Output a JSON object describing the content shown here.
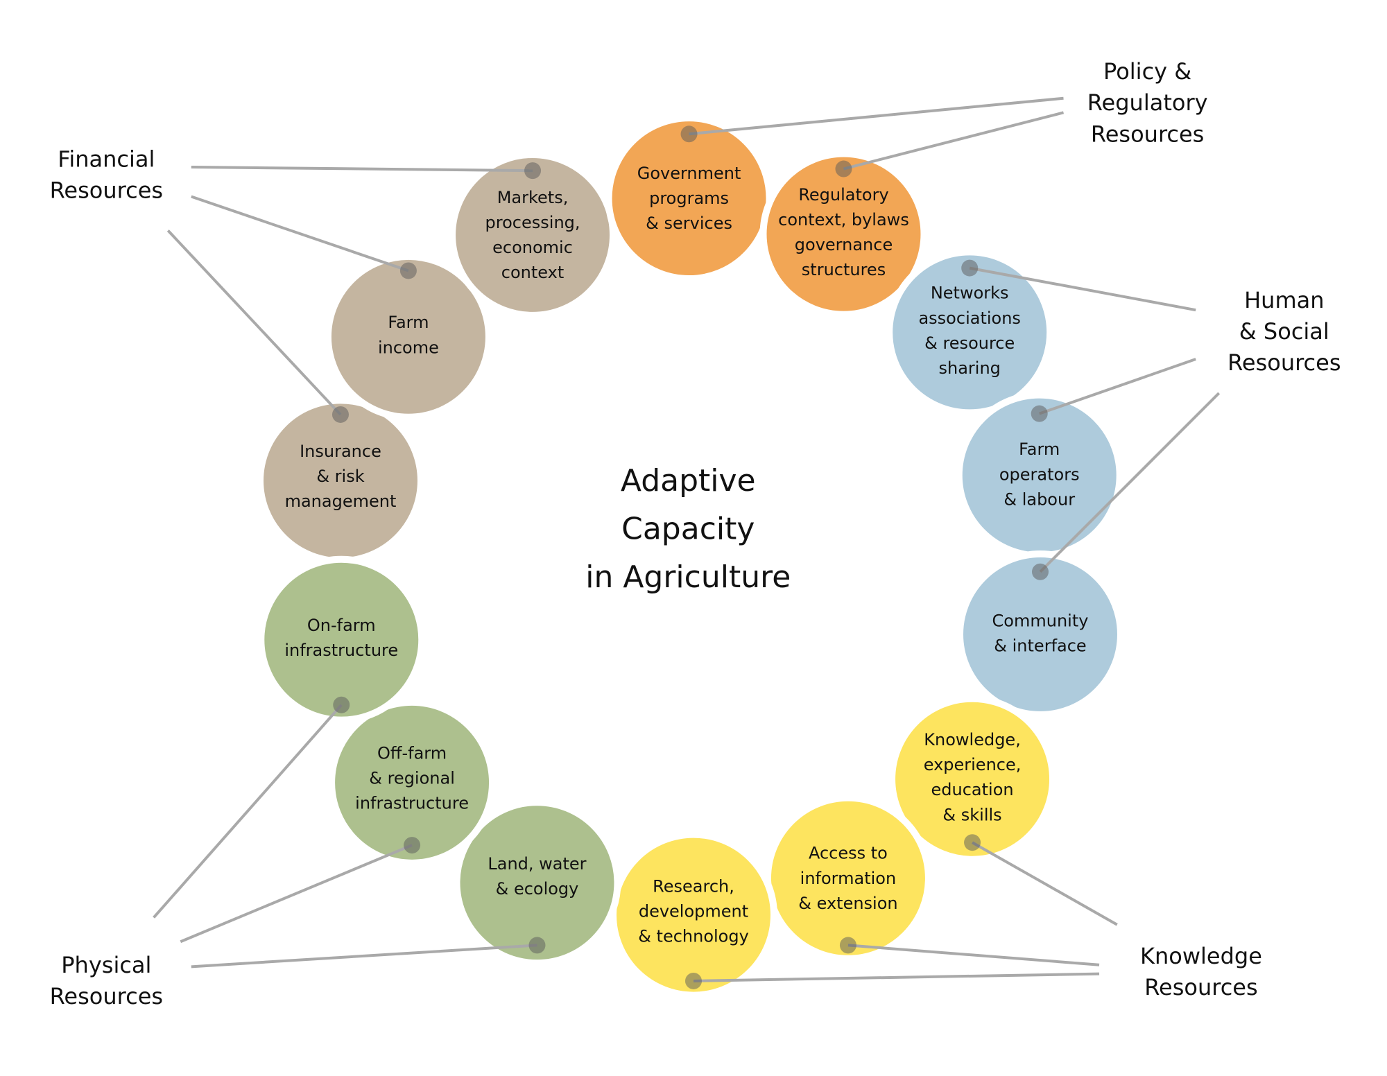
{
  "center_title": [
    "Adaptive",
    "Capacity",
    "in Agriculture"
  ],
  "colors": {
    "financial": "#c4b5a0",
    "policy": "#f2a655",
    "human_social": "#aecbdc",
    "knowledge": "#fde45f",
    "physical": "#adc08e",
    "connector": "#a9a9a9",
    "dot_overlay": "rgba(90,90,90,0.5)"
  },
  "groups": [
    {
      "id": "financial",
      "label": [
        "Financial",
        "Resources"
      ],
      "color_key": "financial"
    },
    {
      "id": "policy",
      "label": [
        "Policy &",
        "Regulatory",
        "Resources"
      ],
      "color_key": "policy"
    },
    {
      "id": "human_social",
      "label": [
        "Human",
        "& Social",
        "Resources"
      ],
      "color_key": "human_social"
    },
    {
      "id": "knowledge",
      "label": [
        "Knowledge",
        "Resources"
      ],
      "color_key": "knowledge"
    },
    {
      "id": "physical",
      "label": [
        "Physical",
        "Resources"
      ],
      "color_key": "physical"
    }
  ],
  "nodes": [
    {
      "id": "markets",
      "group": "financial",
      "label": [
        "Markets,",
        "processing,",
        "economic",
        "context"
      ]
    },
    {
      "id": "farm-income",
      "group": "financial",
      "label": [
        "Farm",
        "income"
      ]
    },
    {
      "id": "insurance",
      "group": "financial",
      "label": [
        "Insurance",
        "& risk",
        "management"
      ]
    },
    {
      "id": "government-programs",
      "group": "policy",
      "label": [
        "Government",
        "programs",
        "& services"
      ]
    },
    {
      "id": "regulatory-context",
      "group": "policy",
      "label": [
        "Regulatory",
        "context, bylaws",
        "governance",
        "structures"
      ]
    },
    {
      "id": "networks",
      "group": "human_social",
      "label": [
        "Networks",
        "associations",
        "& resource",
        "sharing"
      ]
    },
    {
      "id": "farm-operators",
      "group": "human_social",
      "label": [
        "Farm",
        "operators",
        "& labour"
      ]
    },
    {
      "id": "community",
      "group": "human_social",
      "label": [
        "Community",
        "& interface"
      ]
    },
    {
      "id": "knowledge-experience",
      "group": "knowledge",
      "label": [
        "Knowledge,",
        "experience,",
        "education",
        "& skills"
      ]
    },
    {
      "id": "access-information",
      "group": "knowledge",
      "label": [
        "Access to",
        "information",
        "& extension"
      ]
    },
    {
      "id": "research-development",
      "group": "knowledge",
      "label": [
        "Research,",
        "development",
        "& technology"
      ]
    },
    {
      "id": "land-water",
      "group": "physical",
      "label": [
        "Land, water",
        "& ecology"
      ]
    },
    {
      "id": "off-farm",
      "group": "physical",
      "label": [
        "Off-farm",
        "& regional",
        "infrastructure"
      ]
    },
    {
      "id": "on-farm",
      "group": "physical",
      "label": [
        "On-farm",
        "infrastructure"
      ]
    }
  ]
}
